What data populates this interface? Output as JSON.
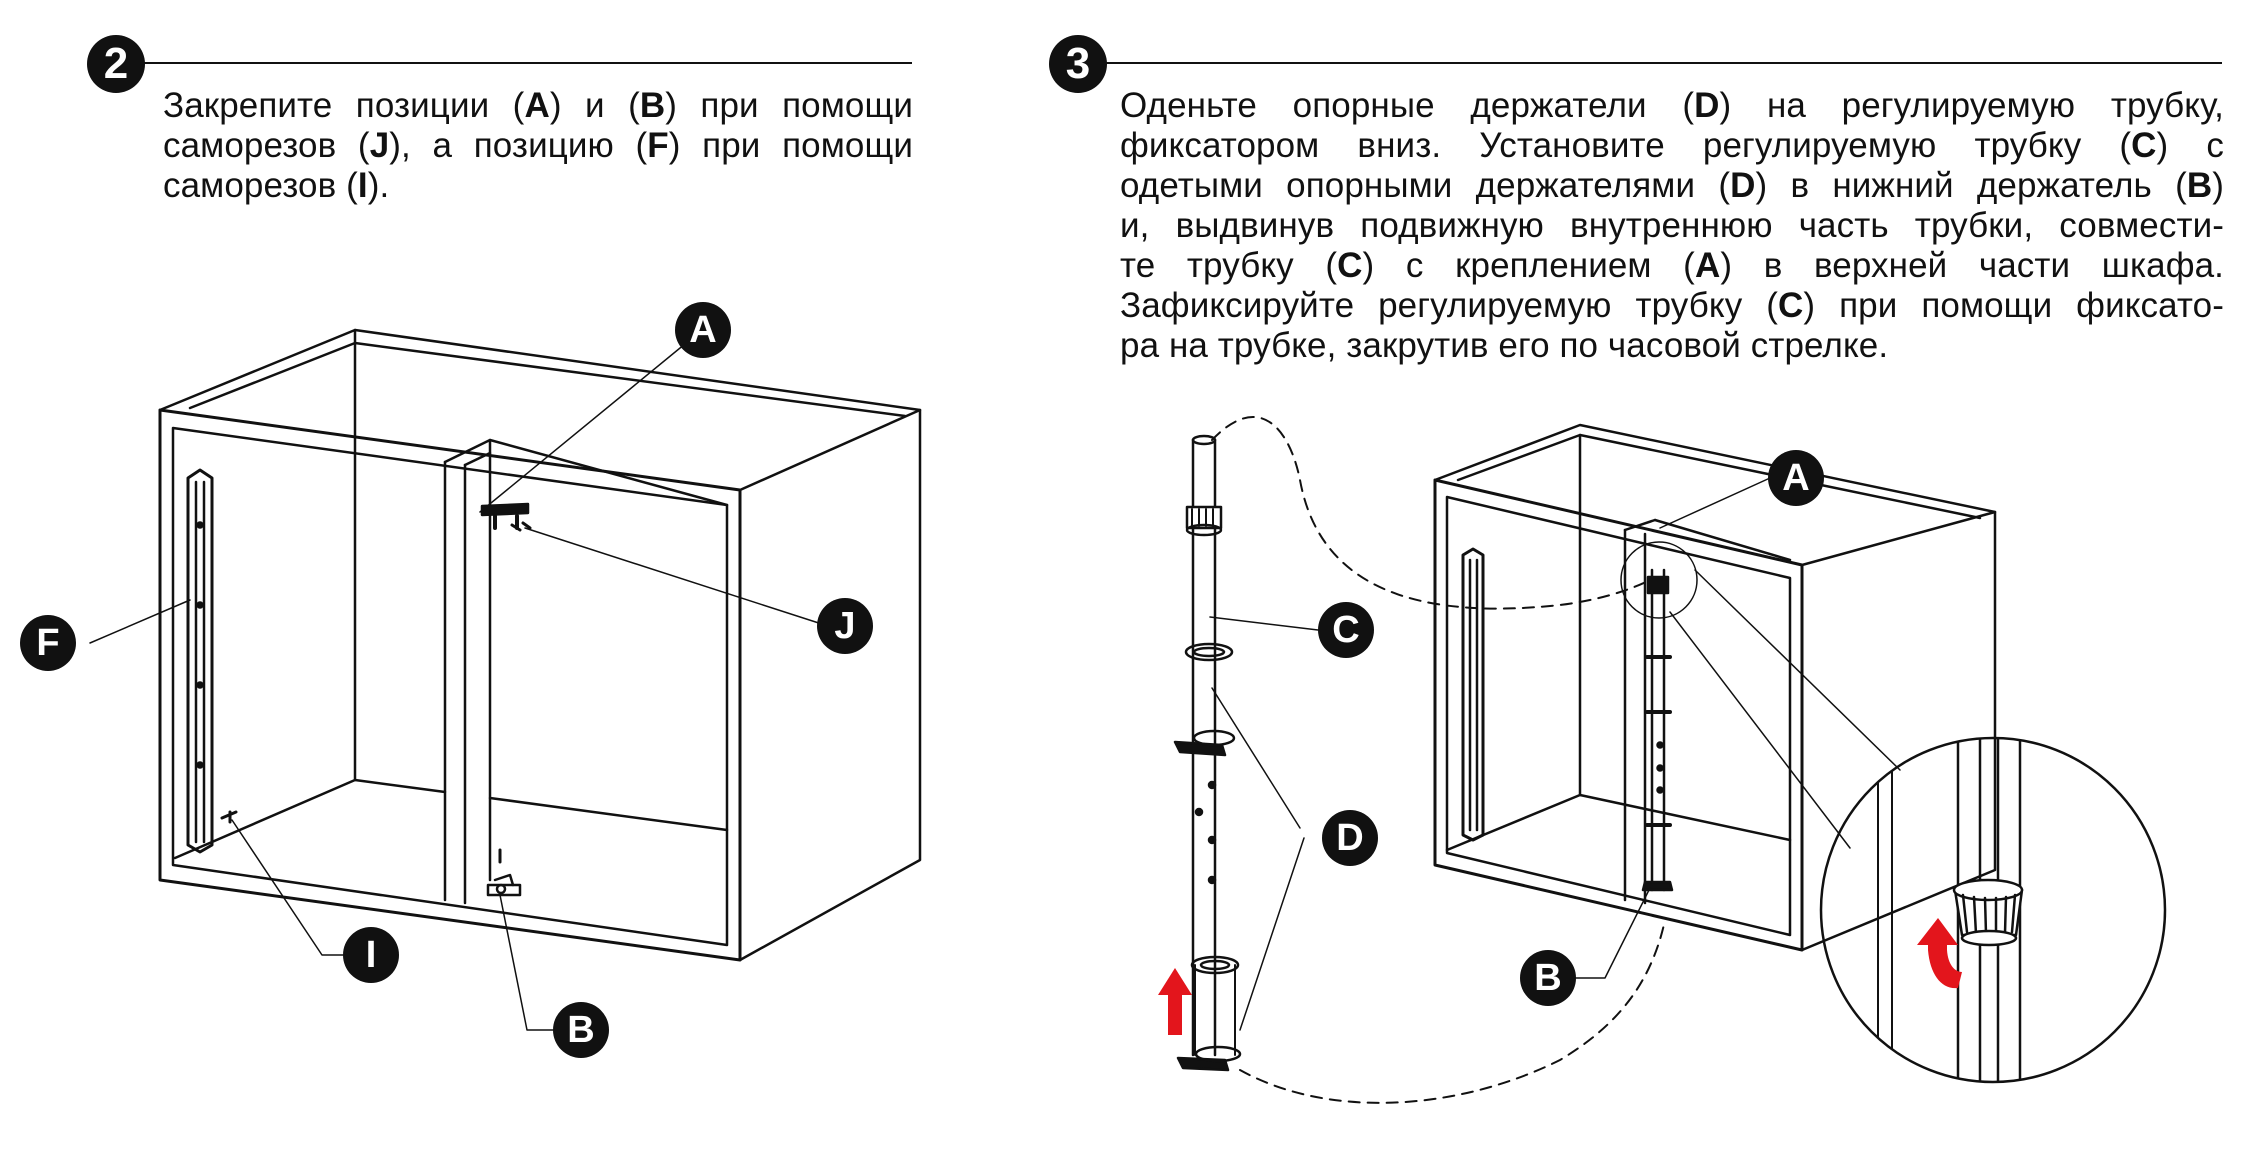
{
  "step2": {
    "number": "2",
    "lines": [
      [
        {
          "t": "Закрепите позиции ("
        },
        {
          "t": "A",
          "b": true
        },
        {
          "t": ") и ("
        },
        {
          "t": "B",
          "b": true
        },
        {
          "t": ") при помощи"
        }
      ],
      [
        {
          "t": "саморезов ("
        },
        {
          "t": "J",
          "b": true
        },
        {
          "t": "), а позицию ("
        },
        {
          "t": "F",
          "b": true
        },
        {
          "t": ") при помощи"
        }
      ],
      [
        {
          "t": "саморезов ("
        },
        {
          "t": "I",
          "b": true
        },
        {
          "t": ")."
        }
      ]
    ],
    "callouts": {
      "A": "A",
      "J": "J",
      "F": "F",
      "I": "I",
      "B": "B"
    }
  },
  "step3": {
    "number": "3",
    "lines": [
      [
        {
          "t": "Оденьте опорные держатели ("
        },
        {
          "t": "D",
          "b": true
        },
        {
          "t": ") на регулируемую трубку,"
        }
      ],
      [
        {
          "t": "фиксатором вниз. Установите регулируемую трубку ("
        },
        {
          "t": "C",
          "b": true
        },
        {
          "t": ") с"
        }
      ],
      [
        {
          "t": "одетыми опорными держателями ("
        },
        {
          "t": "D",
          "b": true
        },
        {
          "t": ") в нижний держатель ("
        },
        {
          "t": "B",
          "b": true
        },
        {
          "t": ")"
        }
      ],
      [
        {
          "t": "и, выдвинув подвижную внутреннюю часть трубки, совмести-"
        }
      ],
      [
        {
          "t": "те трубку ("
        },
        {
          "t": "C",
          "b": true
        },
        {
          "t": ") с креплением ("
        },
        {
          "t": "A",
          "b": true
        },
        {
          "t": ") в верхней части шкафа."
        }
      ],
      [
        {
          "t": "Зафиксируйте регулируемую трубку ("
        },
        {
          "t": "C",
          "b": true
        },
        {
          "t": ") при помощи фиксато-"
        }
      ],
      [
        {
          "t": "ра на трубке, закрутив его по часовой стрелке."
        }
      ]
    ],
    "callouts": {
      "A": "A",
      "C": "C",
      "D": "D",
      "B": "B"
    }
  },
  "colors": {
    "ink": "#111111",
    "arrow": "#e3151c",
    "bg": "#ffffff"
  }
}
